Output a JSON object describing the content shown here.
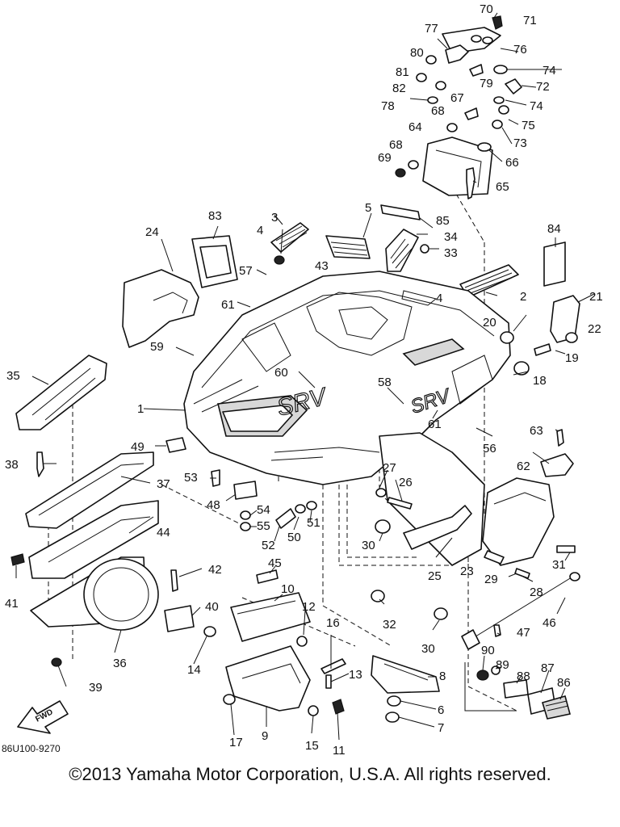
{
  "diagram": {
    "drawing_code": "86U100-9270",
    "copyright": "©2013 Yamaha Motor Corporation, U.S.A. All rights reserved.",
    "fwd_label": "FWD",
    "hood_badges": [
      "SRV",
      "SRV"
    ],
    "callouts": [
      "1",
      "2",
      "3",
      "4",
      "4",
      "5",
      "6",
      "7",
      "8",
      "9",
      "10",
      "11",
      "12",
      "13",
      "14",
      "15",
      "16",
      "17",
      "18",
      "19",
      "20",
      "21",
      "22",
      "23",
      "24",
      "25",
      "26",
      "27",
      "28",
      "29",
      "30",
      "30",
      "31",
      "32",
      "33",
      "34",
      "35",
      "36",
      "37",
      "38",
      "39",
      "40",
      "41",
      "42",
      "43",
      "44",
      "45",
      "46",
      "47",
      "48",
      "49",
      "50",
      "51",
      "52",
      "53",
      "54",
      "55",
      "56",
      "57",
      "58",
      "59",
      "60",
      "61",
      "61",
      "62",
      "63",
      "64",
      "65",
      "66",
      "67",
      "68",
      "68",
      "69",
      "70",
      "71",
      "72",
      "73",
      "74",
      "74",
      "75",
      "76",
      "77",
      "78",
      "79",
      "80",
      "81",
      "82",
      "83",
      "84",
      "85",
      "86",
      "87",
      "88",
      "89",
      "90"
    ]
  }
}
